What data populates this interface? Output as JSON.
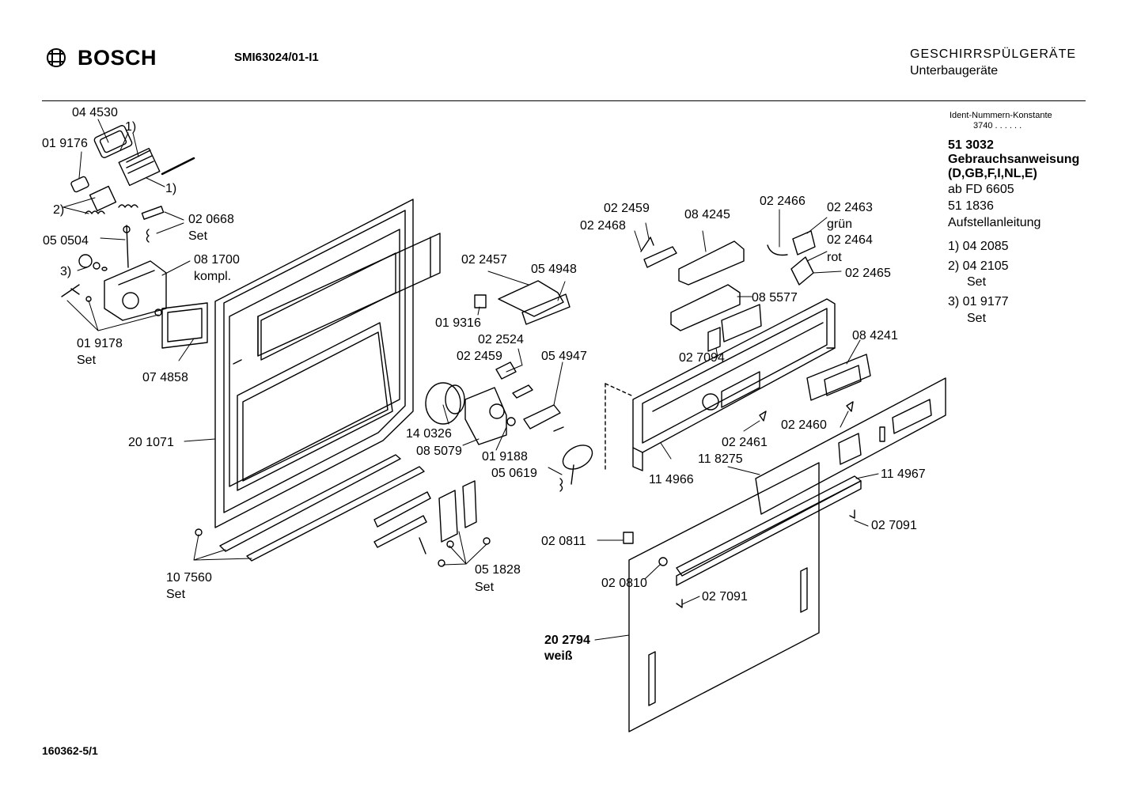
{
  "header": {
    "brand": "BOSCH",
    "model": "SMI63024/01-I1",
    "category_line1": "GESCHIRRSPÜLGERÄTE",
    "category_line2": "Unterbaugeräte"
  },
  "sidebar": {
    "ident_title": "Ident-Nummern-Konstante",
    "ident_value": "3740  . .   . . . .",
    "manual_number": "51 3032",
    "manual_title": "Gebrauchsanweisung",
    "manual_langs": "(D,GB,F,I,NL,E)",
    "manual_from": "ab  FD  6605",
    "install_number": "51 1836",
    "install_title": "Aufstellanleitung",
    "note1": "1)  04 2085",
    "note2": "2)  04 2105",
    "note2_set": "Set",
    "note3": "3)  01 9177",
    "note3_set": "Set"
  },
  "parts": {
    "p044530": "04 4530",
    "n1a": "1)",
    "p019176": "01 9176",
    "n1b": "1)",
    "n2": "2)",
    "p020668": "02 0668",
    "set020668": "Set",
    "p050504": "05 0504",
    "n3": "3)",
    "p081700": "08 1700",
    "kompl": "kompl.",
    "p019178": "01 9178",
    "set019178": "Set",
    "p074858": "07 4858",
    "p201071": "20 1071",
    "p107560": "10 7560",
    "set107560": "Set",
    "p022457": "02 2457",
    "p054948": "05 4948",
    "p019316": "01 9316",
    "p022524": "02 2524",
    "p022459a": "02 2459",
    "p054947": "05 4947",
    "p140326": "14 0326",
    "p085079": "08 5079",
    "p019188": "01 9188",
    "p050619": "05 0619",
    "p051828": "05 1828",
    "set051828": "Set",
    "p022459b": "02 2459",
    "p022468": "02 2468",
    "p084245": "08 4245",
    "p022466": "02 2466",
    "p022463": "02 2463",
    "gruen": "grün",
    "p022464": "02 2464",
    "rot": "rot",
    "p022465": "02 2465",
    "p085577": "08 5577",
    "p027094": "02 7094",
    "p084241": "08 4241",
    "p022461": "02 2461",
    "p022460": "02 2460",
    "p118275": "11 8275",
    "p114966": "11 4966",
    "p114967": "11 4967",
    "p027091a": "02 7091",
    "p020811": "02 0811",
    "p020810": "02 0810",
    "p027091b": "02 7091",
    "p202794": "20 2794",
    "weiss": "weiß"
  },
  "footer": {
    "drawing_number": "160362-5/1"
  }
}
